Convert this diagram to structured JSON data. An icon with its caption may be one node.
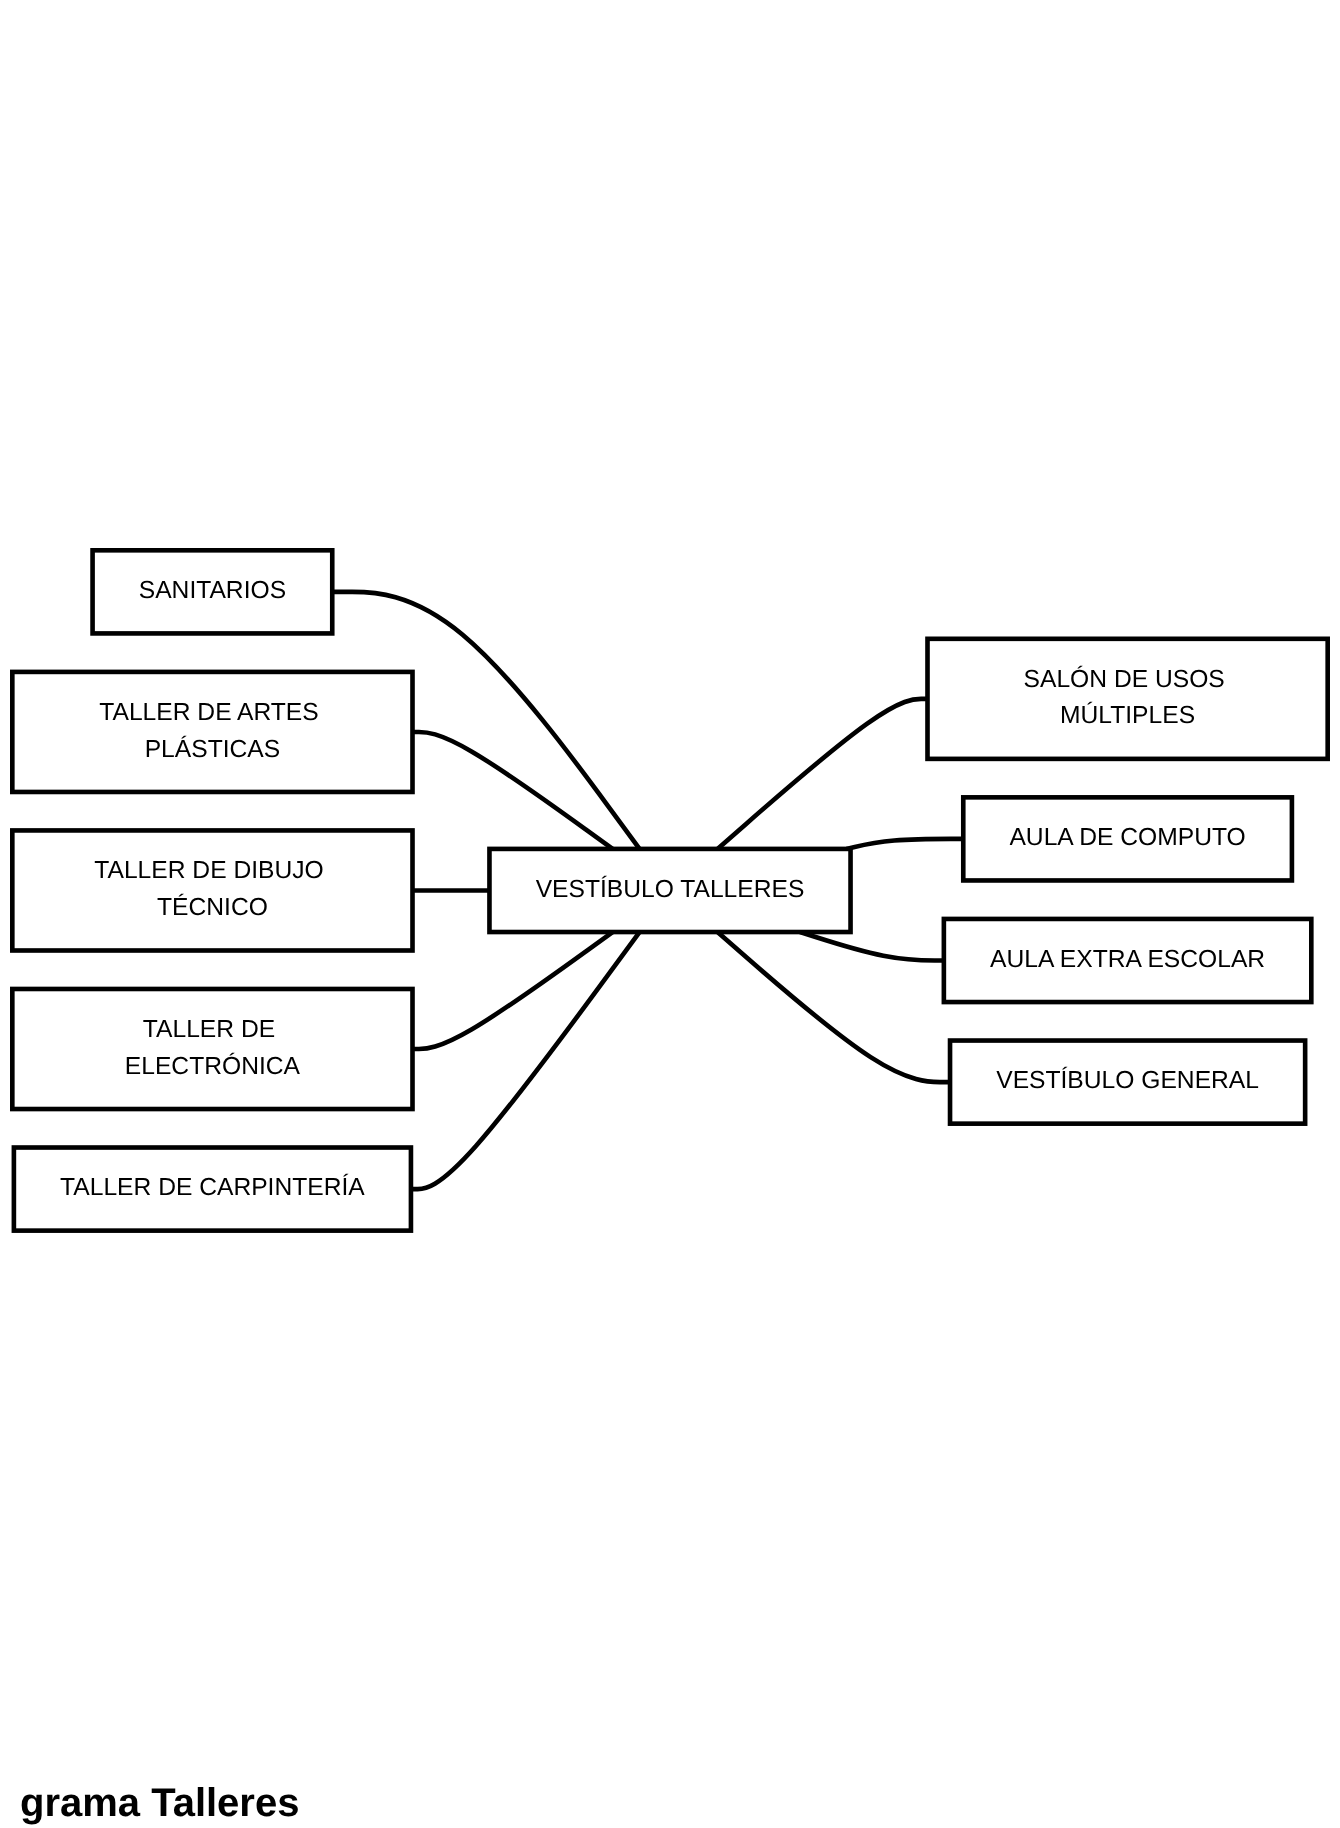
{
  "diagram": {
    "caption": "grama Talleres",
    "nodes": [
      {
        "text": [
          "SANITARIOS"
        ]
      },
      {
        "text": [
          "VESTÍBULO TALLERES"
        ]
      },
      {
        "text": [
          "TALLER DE ARTES PLÁSTICAS"
        ]
      },
      {
        "text": [
          "SALÓN DE USOS MÚLTIPLES"
        ]
      },
      {
        "text": [
          "TALLER DE DIBUJO TÉCNICO"
        ]
      },
      {
        "text": [
          "AULA DE COMPUTO"
        ]
      },
      {
        "text": [
          "TALLER DE ELECTRÓNICA"
        ]
      },
      {
        "text": [
          "AULA EXTRA ESCOLAR"
        ]
      },
      {
        "text": [
          "TALLER DE CARPINTERÍA"
        ]
      },
      {
        "text": [
          "VESTÍBULO GENERAL"
        ]
      }
    ],
    "edges": [
      {
        "from": 0,
        "to": 1,
        "arrow": "none"
      },
      {
        "from": 2,
        "to": 1,
        "arrow": "none"
      },
      {
        "from": 1,
        "to": 3,
        "arrow": "none"
      },
      {
        "from": 4,
        "to": 1,
        "arrow": "none"
      },
      {
        "from": 1,
        "to": 5,
        "arrow": "none"
      },
      {
        "from": 6,
        "to": 1,
        "arrow": "none"
      },
      {
        "from": 1,
        "to": 7,
        "arrow": "none"
      },
      {
        "from": 8,
        "to": 1,
        "arrow": "none"
      },
      {
        "from": 1,
        "to": 9,
        "arrow": "none"
      }
    ]
  }
}
